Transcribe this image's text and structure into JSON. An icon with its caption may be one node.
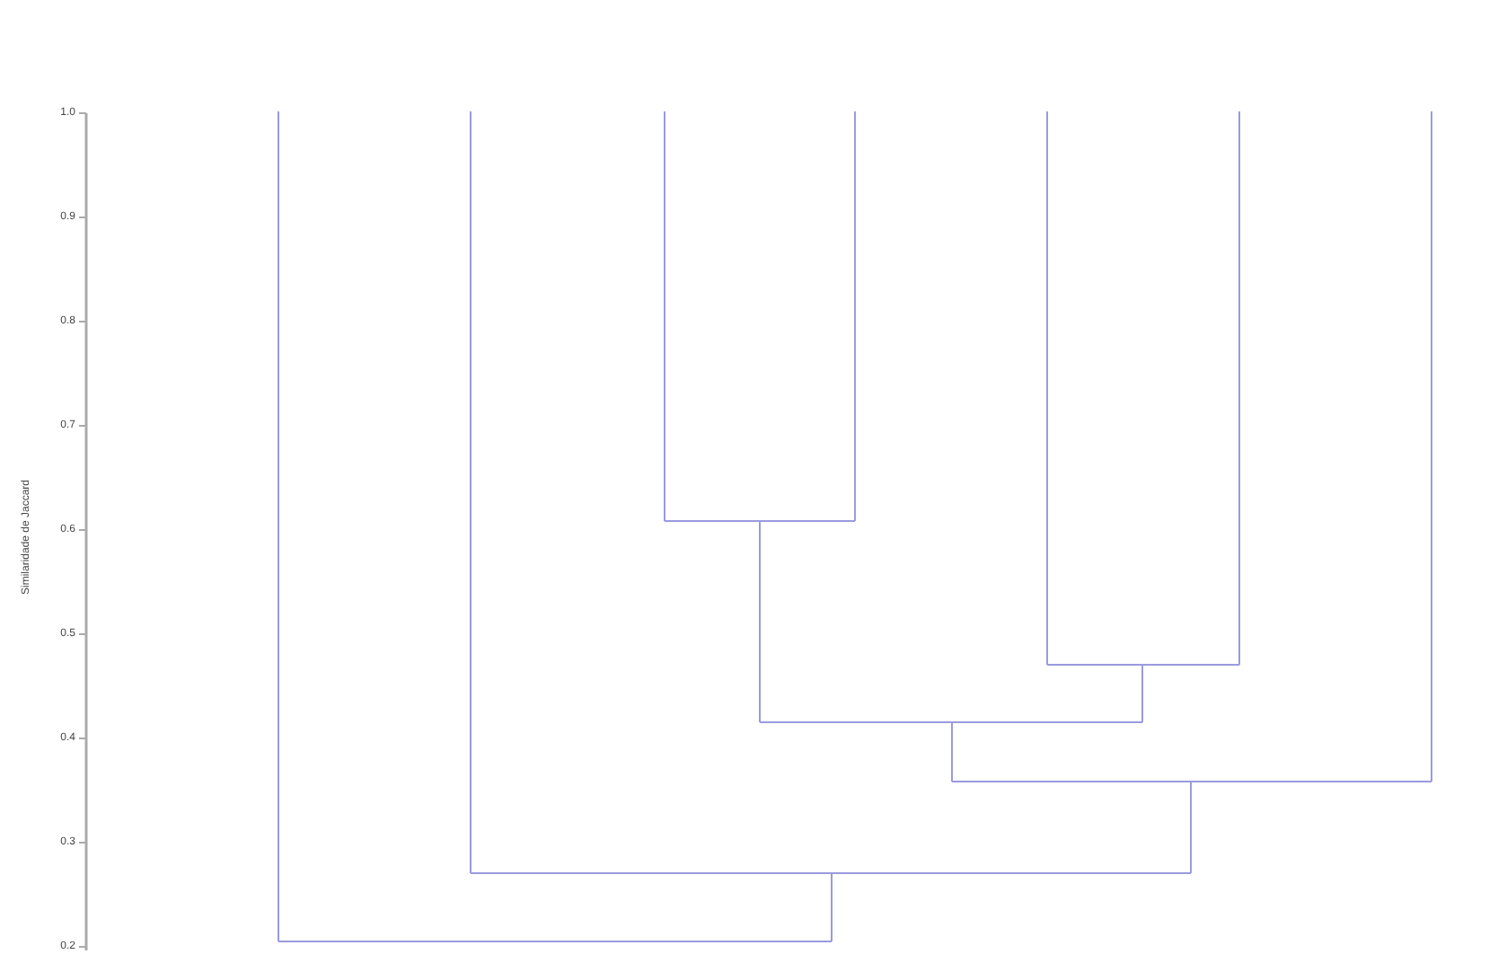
{
  "diagram": {
    "labels": [
      "1.0",
      "0.9",
      "0.8",
      "0.7",
      "0.6",
      "0.5",
      "0.4",
      "0.3",
      "0.2",
      "Similaridade de Jaccard"
    ]
  }
}
